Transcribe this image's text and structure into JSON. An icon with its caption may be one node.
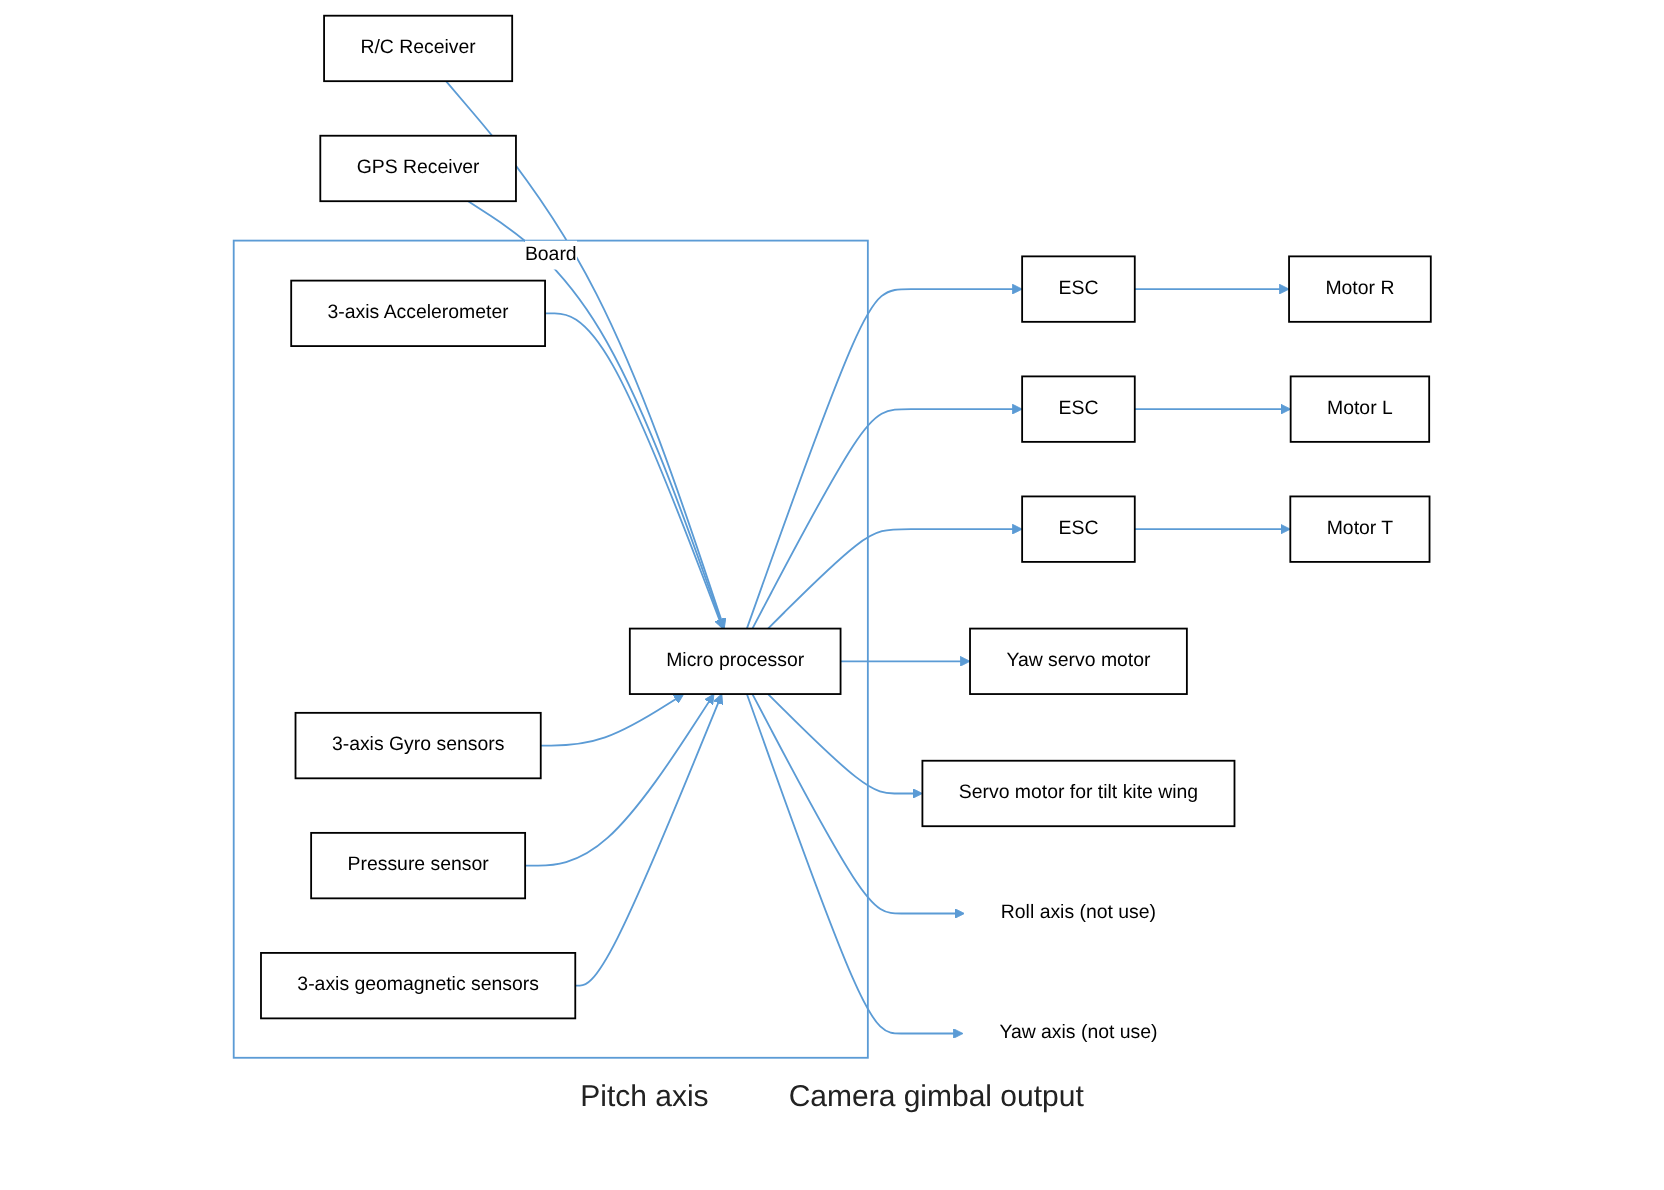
{
  "diagram": {
    "nodes": [
      {
        "text": [
          "R/C Receiver"
        ]
      },
      {
        "text": [
          "GPS Receiver"
        ]
      },
      {
        "text": [
          "Board"
        ]
      },
      {
        "text": [
          "Micro processor"
        ],
        "in": 2
      },
      {
        "text": [
          "3-axis Accelerometer"
        ],
        "in": 2
      },
      {
        "text": [
          "3-axis Gyro sensors"
        ],
        "in": 2
      },
      {
        "text": [
          "Pressure sensor"
        ],
        "in": 2
      },
      {
        "text": [
          "3-axis geomagnetic sensors"
        ],
        "in": 2
      },
      {
        "text": [
          "ESC"
        ]
      },
      {
        "text": [
          "Motor R"
        ]
      },
      {
        "text": [
          "ESC"
        ]
      },
      {
        "text": [
          "Motor L"
        ]
      },
      {
        "text": [
          "ESC"
        ]
      },
      {
        "text": [
          "Motor T"
        ]
      },
      {
        "text": [
          "Yaw servo motor"
        ]
      },
      {
        "text": [
          "Servo motor for tilt kite wing"
        ]
      },
      {
        "text": [
          "Roll axis (not use)"
        ]
      },
      {
        "text": [
          "Yaw axis (not use)"
        ]
      }
    ],
    "edges": [
      {
        "from": 0,
        "to": 3,
        "arrow": "to"
      },
      {
        "from": 1,
        "to": 3,
        "arrow": "to"
      },
      {
        "from": 4,
        "to": 3,
        "arrow": "to"
      },
      {
        "from": 5,
        "to": 3,
        "arrow": "to"
      },
      {
        "from": 6,
        "to": 3,
        "arrow": "to"
      },
      {
        "from": 7,
        "to": 3,
        "arrow": "to"
      },
      {
        "from": 3,
        "to": 8,
        "arrow": "to"
      },
      {
        "from": 8,
        "to": 9,
        "arrow": "to"
      },
      {
        "from": 3,
        "to": 10,
        "arrow": "to"
      },
      {
        "from": 10,
        "to": 11,
        "arrow": "to"
      },
      {
        "from": 3,
        "to": 12,
        "arrow": "to"
      },
      {
        "from": 12,
        "to": 13,
        "arrow": "to"
      },
      {
        "from": 3,
        "to": 14,
        "arrow": "to"
      },
      {
        "from": 3,
        "to": 15,
        "arrow": "to"
      },
      {
        "from": 3,
        "to": 16,
        "arrow": "to"
      },
      {
        "from": 3,
        "to": 17,
        "arrow": "to"
      }
    ],
    "labels": [
      "Pitch axis",
      "Camera gimbal output"
    ]
  }
}
